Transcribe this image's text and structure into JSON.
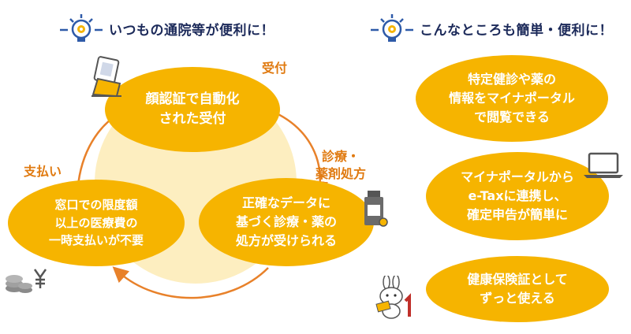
{
  "headings": {
    "left": "いつもの通院等が便利に！",
    "right": "こんなところも簡単・便利に！"
  },
  "cycle": {
    "reception": {
      "lines": [
        "顔認証で自動化",
        "された受付"
      ]
    },
    "clinic": {
      "lines": [
        "正確なデータに",
        "基づく診療・薬の",
        "処方が受けられる"
      ]
    },
    "payment": {
      "lines": [
        "窓口での限度額",
        "以上の医療費の",
        "一時支払いが不要"
      ]
    },
    "labels": {
      "uketsuke": "受付",
      "shinryo": [
        "診療・",
        "薬剤処方"
      ],
      "shiharai": "支払い"
    }
  },
  "benefits": [
    {
      "lines": [
        "特定健診や薬の",
        "情報をマイナポータル",
        "で閲覧できる"
      ]
    },
    {
      "lines": [
        "マイナポータルから",
        "e-Taxに連携し、",
        "確定申告が簡単に"
      ]
    },
    {
      "lines": [
        "健康保険証として",
        "ずっと使える"
      ]
    }
  ],
  "icons": {
    "heading": "lightbulb-gear-icon",
    "reception": "card-reader-icon",
    "clinic": "medicine-bottle-icon",
    "payment": "coins-yen-icon",
    "etax": "laptop-icon",
    "insurance": "mynumber-mascot-icon"
  },
  "colors": {
    "accent_orange": "#f6b400",
    "label_orange": "#e07a10",
    "arrow": "#e8812a",
    "center_circle": "#fdeec0",
    "heading_text": "#1c2a5a",
    "icon_blue": "#2e5aa8"
  }
}
